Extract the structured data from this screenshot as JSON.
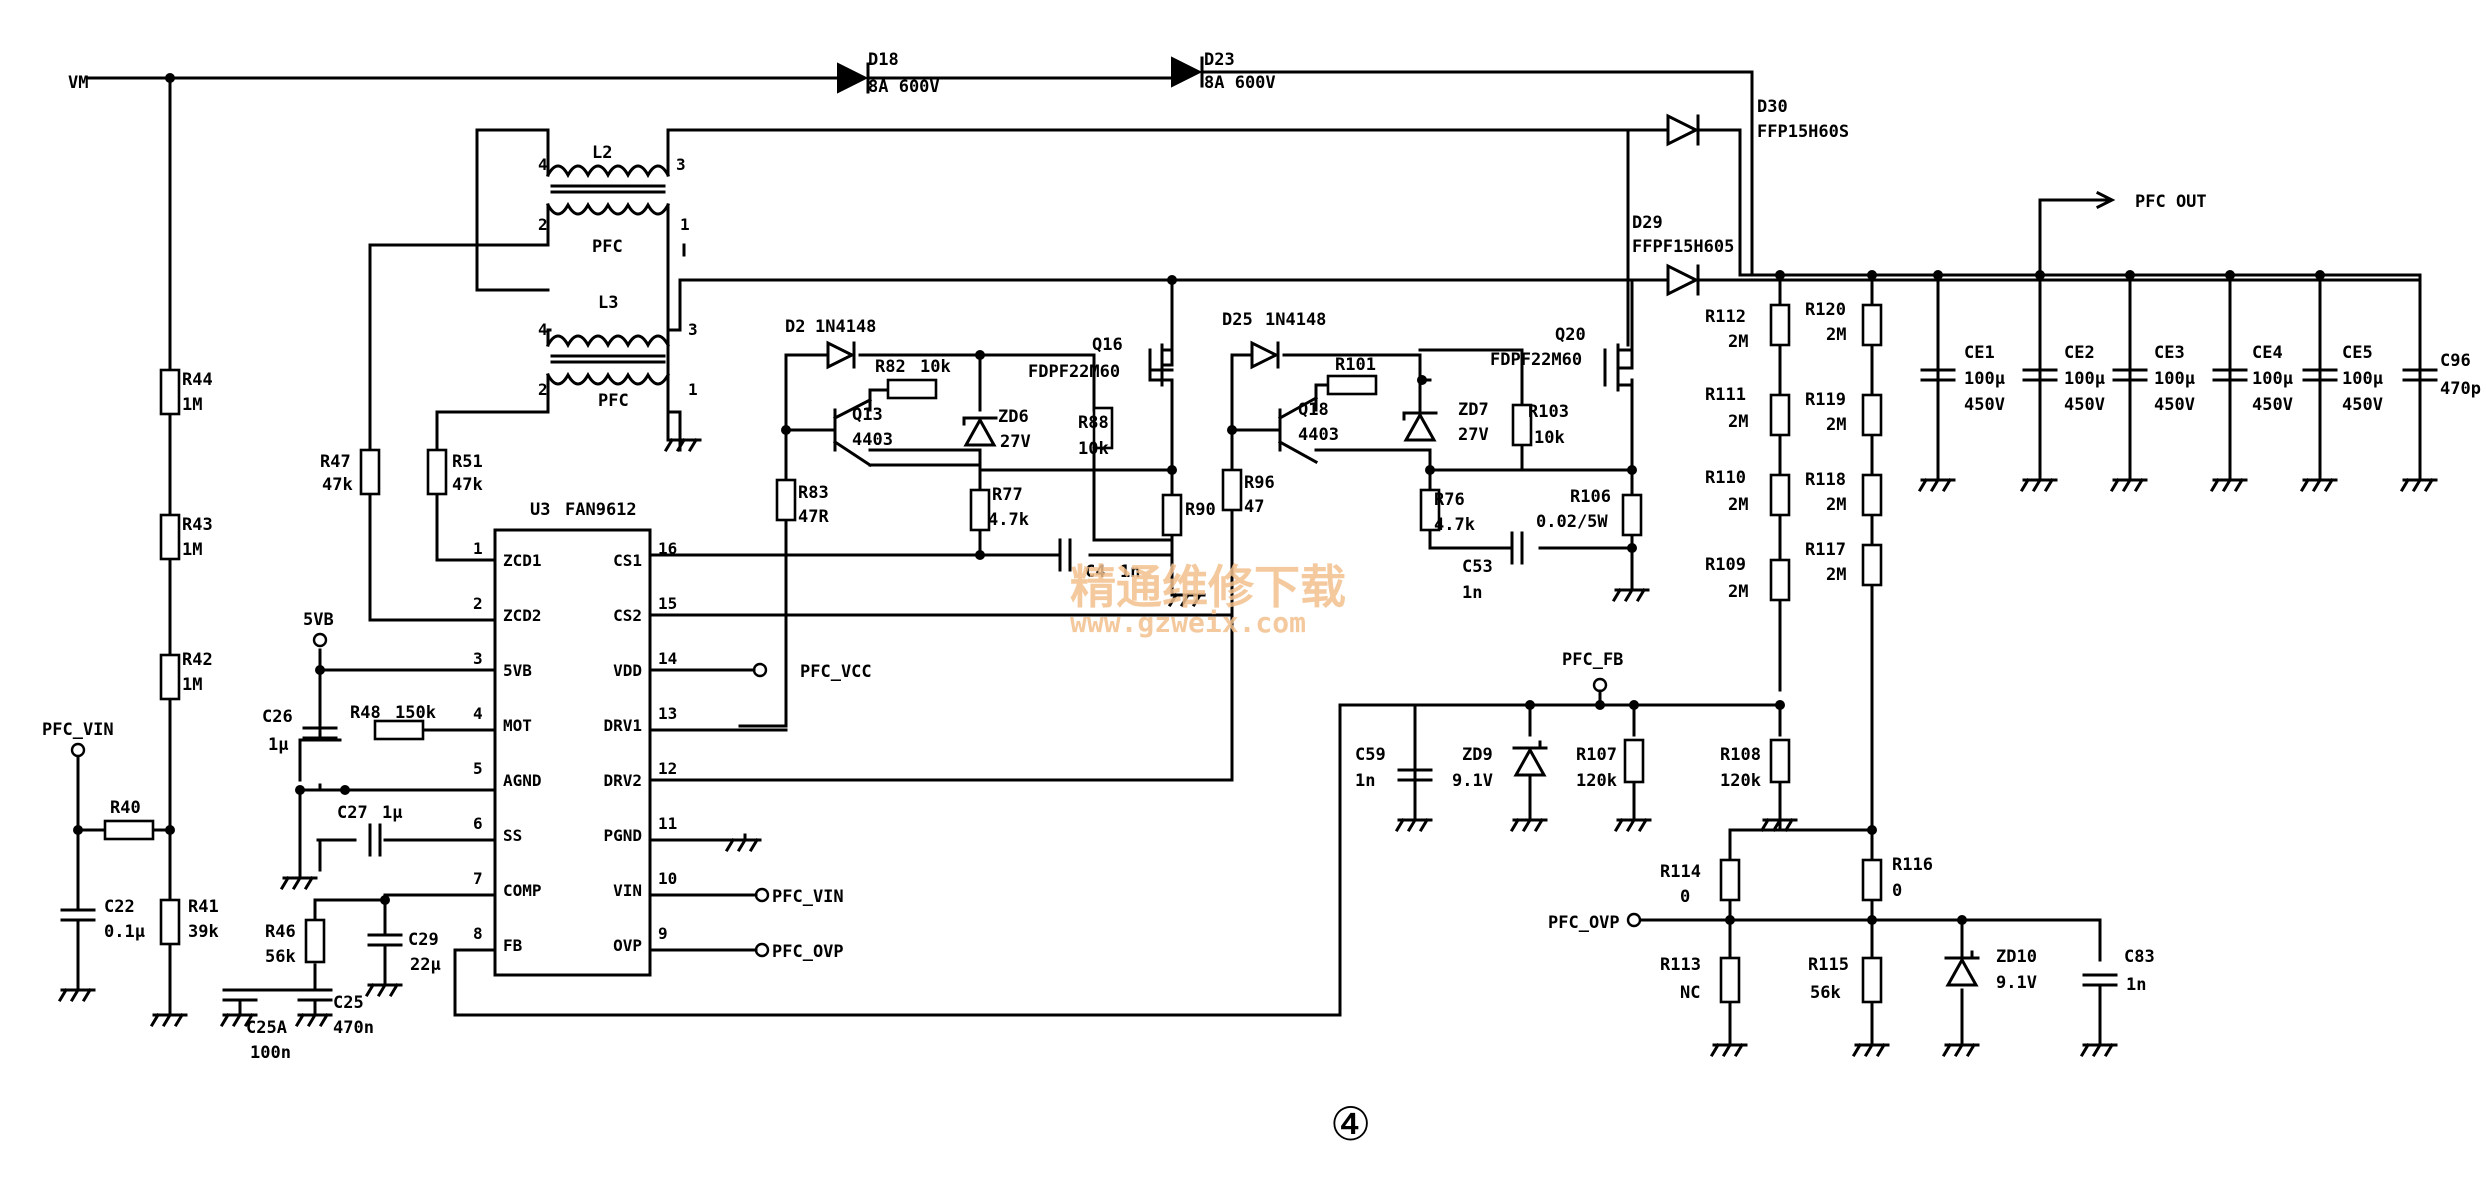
{
  "nets": {
    "vm": "VM",
    "pfc_vin": "PFC_VIN",
    "pfc_out": "PFC OUT",
    "pfc_fb": "PFC_FB",
    "pfc_ovp": "PFC_OVP",
    "pfc_vcc": "PFC_VCC",
    "pfc_vin2": "PFC_VIN",
    "pfc_ovp2": "PFC_OVP",
    "fivevb": "5VB"
  },
  "ic": {
    "ref": "U3",
    "part": "FAN9612",
    "pins": [
      {
        "num": "1",
        "name": "ZCD1"
      },
      {
        "num": "2",
        "name": "ZCD2"
      },
      {
        "num": "3",
        "name": "5VB"
      },
      {
        "num": "4",
        "name": "MOT"
      },
      {
        "num": "5",
        "name": "AGND"
      },
      {
        "num": "6",
        "name": "SS"
      },
      {
        "num": "7",
        "name": "COMP"
      },
      {
        "num": "8",
        "name": "FB"
      },
      {
        "num": "16",
        "name": "CS1"
      },
      {
        "num": "15",
        "name": "CS2"
      },
      {
        "num": "14",
        "name": "VDD"
      },
      {
        "num": "13",
        "name": "DRV1"
      },
      {
        "num": "12",
        "name": "DRV2"
      },
      {
        "num": "11",
        "name": "PGND"
      },
      {
        "num": "10",
        "name": "VIN"
      },
      {
        "num": "9",
        "name": "OVP"
      }
    ]
  },
  "labels": {
    "d18": "D18",
    "d18v": "8A 600V",
    "d23": "D23",
    "d23v": "8A 600V",
    "d30": "D30",
    "d30v": "FFP15H60S",
    "d29": "D29",
    "d29v": "FFPF15H605",
    "l2": "L2",
    "l3": "L3",
    "pfc_a": "PFC",
    "pfc_b": "PFC",
    "l2p4": "4",
    "l2p3": "3",
    "l2p2": "2",
    "l2p1": "1",
    "l3p4": "4",
    "l3p3": "3",
    "l3p2": "2",
    "l3p1": "1",
    "d2": "D2",
    "d2v": "1N4148",
    "d25": "D25",
    "d25v": "1N4148",
    "r82": "R82",
    "r82v": "10k",
    "r101": "R101",
    "q16": "Q16",
    "q16v": "FDPF22M60",
    "q20": "Q20",
    "q20v": "FDPF22M60",
    "q13": "Q13",
    "q13v": "4403",
    "q18": "Q18",
    "q18v": "4403",
    "zd6": "ZD6",
    "zd6v": "27V",
    "zd7": "ZD7",
    "zd7v": "27V",
    "r88": "R88",
    "r88v": "10k",
    "r103": "R103",
    "r103v": "10k",
    "r77": "R77",
    "r77v": "4.7k",
    "r76": "R76",
    "r76v": "4.7k",
    "r83": "R83",
    "r83v": "47R",
    "r96": "R96",
    "r96v": "47",
    "r90": "R90",
    "r106": "R106",
    "r106v": "0.02/5W",
    "c4": "C4",
    "c4v": "1n",
    "c53": "C53",
    "c53v": "1n",
    "r47": "R47",
    "r47v": "47k",
    "r51": "R51",
    "r51v": "47k",
    "r44": "R44",
    "r44v": "1M",
    "r43": "R43",
    "r43v": "1M",
    "r42": "R42",
    "r42v": "1M",
    "r41": "R41",
    "r41v": "39k",
    "r40": "R40",
    "c22": "C22",
    "c22v": "0.1μ",
    "c26": "C26",
    "c26v": "1μ",
    "r48": "R48",
    "r48v": "150k",
    "c27": "C27",
    "c27v": "1μ",
    "r46": "R46",
    "r46v": "56k",
    "c29": "C29",
    "c29v": "22μ",
    "c25a": "C25A",
    "c25av": "100n",
    "c25": "C25",
    "c25v": "470n",
    "r112": "R112",
    "r112v": "2M",
    "r111": "R111",
    "r111v": "2M",
    "r110": "R110",
    "r110v": "2M",
    "r109": "R109",
    "r109v": "2M",
    "r120": "R120",
    "r120v": "2M",
    "r119": "R119",
    "r119v": "2M",
    "r118": "R118",
    "r118v": "2M",
    "r117": "R117",
    "r117v": "2M",
    "ce1": "CE1",
    "ce1v1": "100μ",
    "ce1v2": "450V",
    "ce2": "CE2",
    "ce2v1": "100μ",
    "ce2v2": "450V",
    "ce3": "CE3",
    "ce3v1": "100μ",
    "ce3v2": "450V",
    "ce4": "CE4",
    "ce4v1": "100μ",
    "ce4v2": "450V",
    "ce5": "CE5",
    "ce5v1": "100μ",
    "ce5v2": "450V",
    "c96": "C96",
    "c96v": "470p",
    "c59": "C59",
    "c59v": "1n",
    "zd9": "ZD9",
    "zd9v": "9.1V",
    "r107": "R107",
    "r107v": "120k",
    "r108": "R108",
    "r108v": "120k",
    "r114": "R114",
    "r114v": "0",
    "r116": "R116",
    "r116v": "0",
    "r113": "R113",
    "r113v": "NC",
    "r115": "R115",
    "r115v": "56k",
    "zd10": "ZD10",
    "zd10v": "9.1V",
    "c83": "C83",
    "c83v": "1n"
  },
  "watermark": {
    "line1": "精通维修下载",
    "line2": "www.gzweix.com"
  },
  "page_marker": "④"
}
